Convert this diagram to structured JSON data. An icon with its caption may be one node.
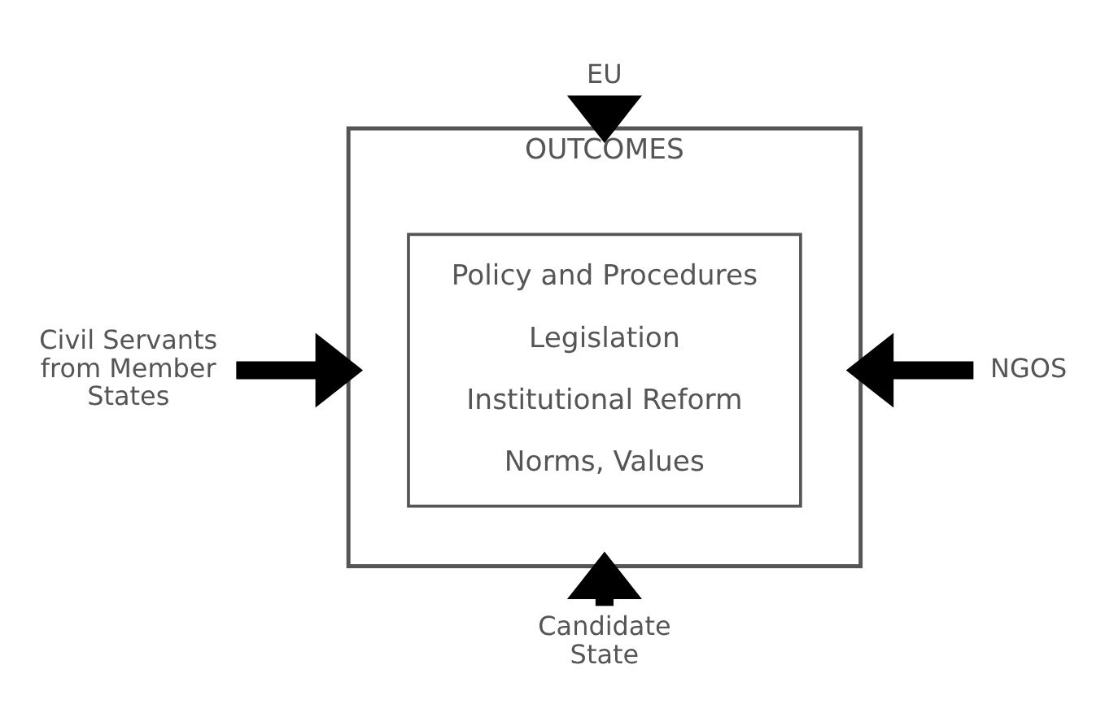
{
  "diagram": {
    "nodes": [
      {
        "text": [
          "OUTCOMES"
        ]
      },
      {
        "text": [
          "Policy and Procedures",
          "Legislation",
          "Institutional Reform",
          "Norms, Values"
        ],
        "in": 0
      },
      {
        "text": [
          "EU"
        ]
      },
      {
        "text": [
          "Civil Servants from Member States"
        ]
      },
      {
        "text": [
          "NGOS"
        ]
      },
      {
        "text": [
          "Candidate State"
        ]
      }
    ],
    "edges": [
      {
        "from": 2,
        "to": 0,
        "arrow": "to"
      },
      {
        "from": 3,
        "to": 0,
        "arrow": "to"
      },
      {
        "from": 4,
        "to": 0,
        "arrow": "to"
      },
      {
        "from": 5,
        "to": 0,
        "arrow": "to"
      }
    ]
  }
}
